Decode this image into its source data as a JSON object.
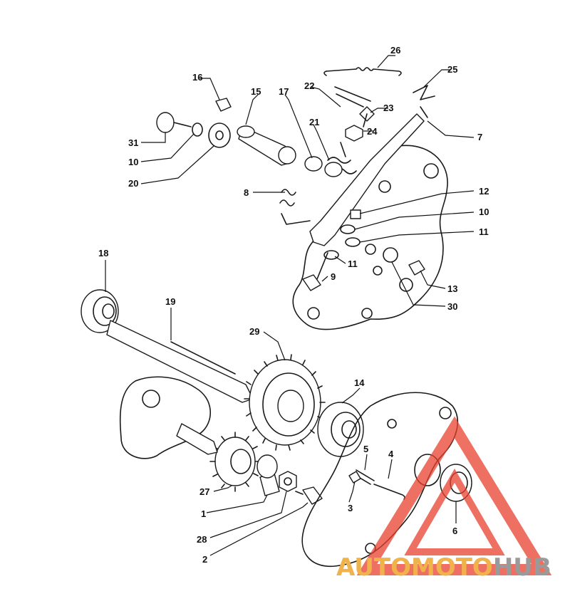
{
  "parts": [
    {
      "id": "26",
      "label": "26"
    },
    {
      "id": "25",
      "label": "25"
    },
    {
      "id": "16",
      "label": "16"
    },
    {
      "id": "15",
      "label": "15"
    },
    {
      "id": "17",
      "label": "17"
    },
    {
      "id": "22",
      "label": "22"
    },
    {
      "id": "23",
      "label": "23"
    },
    {
      "id": "24",
      "label": "24"
    },
    {
      "id": "21",
      "label": "21"
    },
    {
      "id": "7",
      "label": "7"
    },
    {
      "id": "31",
      "label": "31"
    },
    {
      "id": "10a",
      "label": "10"
    },
    {
      "id": "20",
      "label": "20"
    },
    {
      "id": "8",
      "label": "8"
    },
    {
      "id": "12",
      "label": "12"
    },
    {
      "id": "10b",
      "label": "10"
    },
    {
      "id": "11a",
      "label": "11"
    },
    {
      "id": "11b",
      "label": "11"
    },
    {
      "id": "9",
      "label": "9"
    },
    {
      "id": "13",
      "label": "13"
    },
    {
      "id": "30",
      "label": "30"
    },
    {
      "id": "18",
      "label": "18"
    },
    {
      "id": "19",
      "label": "19"
    },
    {
      "id": "29",
      "label": "29"
    },
    {
      "id": "14",
      "label": "14"
    },
    {
      "id": "5",
      "label": "5"
    },
    {
      "id": "4",
      "label": "4"
    },
    {
      "id": "27",
      "label": "27"
    },
    {
      "id": "3",
      "label": "3"
    },
    {
      "id": "6",
      "label": "6"
    },
    {
      "id": "1",
      "label": "1"
    },
    {
      "id": "28",
      "label": "28"
    },
    {
      "id": "2",
      "label": "2"
    }
  ],
  "watermark": {
    "part1": "AUTO",
    "part2": "MOTO",
    "part3": "HUB",
    "color_primary": "#f0b24a",
    "color_secondary": "#9a9a9a",
    "triangle_color": "#e8412f"
  }
}
